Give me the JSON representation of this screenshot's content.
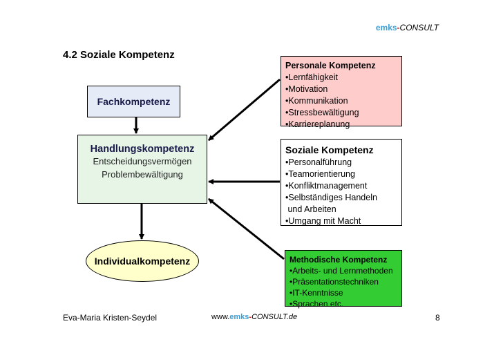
{
  "brand": {
    "part1": "emks",
    "sep": "-",
    "part2": "CONSULT"
  },
  "title": "4.2 Soziale Kompetenz",
  "fachkompetenz": "Fachkompetenz",
  "handlungskompetenz": {
    "title": "Handlungskompetenz",
    "lines": [
      "Entscheidungsvermögen",
      "Problembewältigung"
    ]
  },
  "individualkompetenz": "Individualkompetenz",
  "personale": {
    "title": "Personale Kompetenz",
    "items": [
      "•Lernfähigkeit",
      "•Motivation",
      "•Kommunikation",
      "•Stressbewältigung",
      "•Karriereplanung"
    ]
  },
  "soziale": {
    "title": "Soziale Kompetenz",
    "items": [
      "•Personalführung",
      "•Teamorientierung",
      "•Konfliktmanagement",
      "•Selbständiges Handeln",
      " und Arbeiten",
      "•Umgang mit Macht"
    ]
  },
  "methodische": {
    "title": "Methodische Kompetenz",
    "items": [
      "•Arbeits- und Lernmethoden",
      "•Präsentationstechniken",
      "•IT-Kenntnisse",
      "•Sprachen etc."
    ]
  },
  "footer": {
    "author": "Eva-Maria Kristen-Seydel",
    "url_prefix": "www.",
    "url_brand1": "emks",
    "url_sep": "-",
    "url_brand2": "CONSULT",
    "url_suffix": ".de",
    "page": "8"
  },
  "colors": {
    "personale_bg": "#ffcccc",
    "methodische_bg": "#33cc33",
    "handlung_bg": "#e6f5e6",
    "fach_bg": "#e6ecf7",
    "individual_bg": "#ffffcc",
    "brand_blue": "#3aa0d8",
    "brand_red": "#cc0000"
  }
}
